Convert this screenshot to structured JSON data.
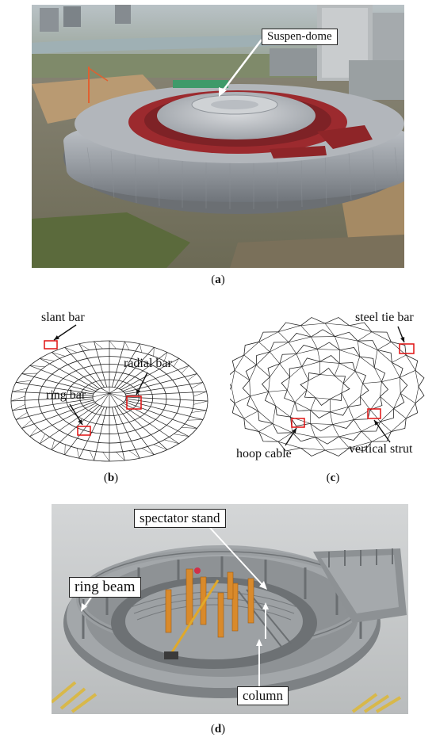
{
  "panel_a": {
    "caption_letter": "a",
    "label": "Suspen-dome"
  },
  "panel_b": {
    "caption_letter": "b",
    "labels": {
      "slant": "slant bar",
      "radial": "radial bar",
      "ring": "ring bar"
    }
  },
  "panel_c": {
    "caption_letter": "c",
    "labels": {
      "tie": "steel tie bar",
      "hoop": "hoop cable",
      "strut": "vertical strut"
    }
  },
  "panel_d": {
    "caption_letter": "d",
    "labels": {
      "stand": "spectator stand",
      "ring_beam": "ring beam",
      "column": "column"
    }
  },
  "colors": {
    "highlight_box": "#e01010",
    "dome_red": "#9c2a2e",
    "dome_silver": "#a9adb3",
    "model_gray": "#8f9396",
    "column_orange": "#d98a2b"
  }
}
